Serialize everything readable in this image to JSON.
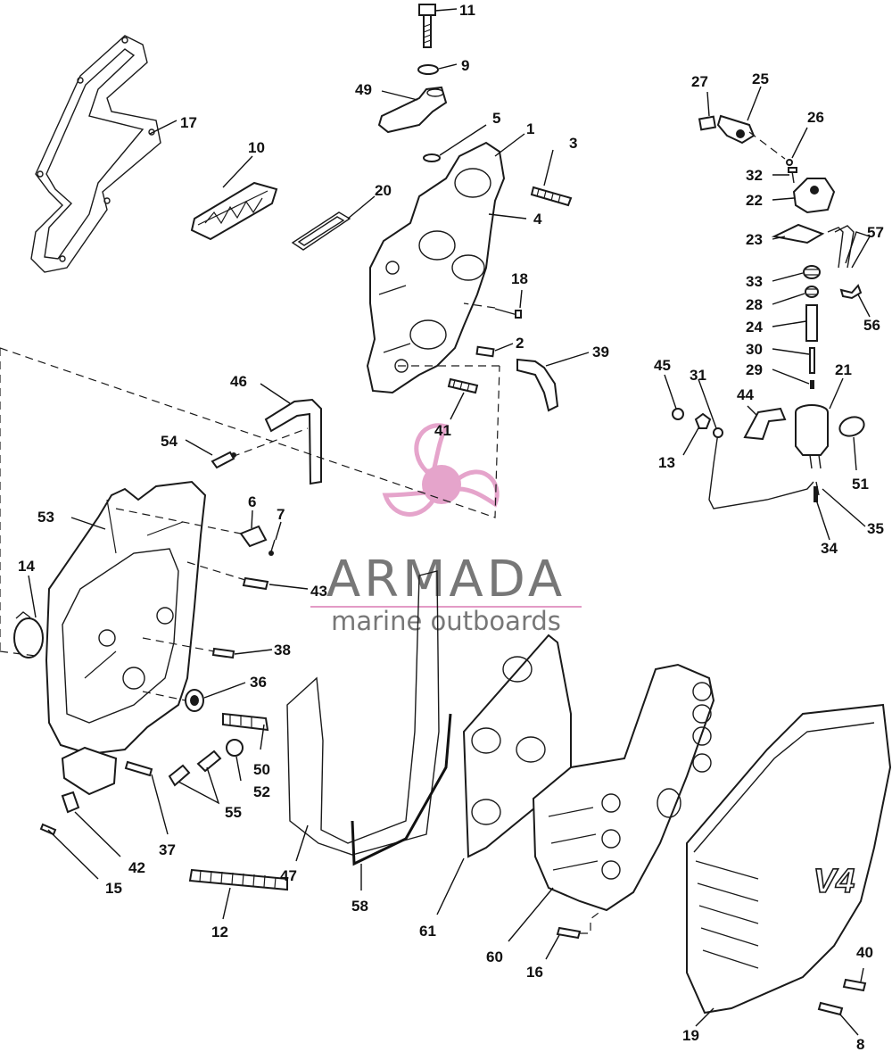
{
  "watermark": {
    "brand": "ARMADA",
    "tagline": "marine outboards",
    "logo_color": "#e39bc6",
    "text_color": "#777777"
  },
  "callouts": {
    "c1": "1",
    "c2": "2",
    "c3": "3",
    "c4": "4",
    "c5": "5",
    "c6": "6",
    "c7": "7",
    "c8": "8",
    "c9": "9",
    "c10": "10",
    "c11": "11",
    "c12": "12",
    "c13": "13",
    "c14": "14",
    "c15": "15",
    "c16": "16",
    "c17": "17",
    "c18": "18",
    "c19": "19",
    "c20": "20",
    "c21": "21",
    "c22": "22",
    "c23": "23",
    "c24": "24",
    "c25": "25",
    "c26": "26",
    "c27": "27",
    "c28": "28",
    "c29": "29",
    "c30": "30",
    "c31": "31",
    "c32": "32",
    "c33": "33",
    "c34": "34",
    "c35": "35",
    "c36": "36",
    "c37": "37",
    "c38": "38",
    "c39": "39",
    "c40": "40",
    "c41": "41",
    "c42": "42",
    "c43": "43",
    "c44": "44",
    "c45": "45",
    "c46": "46",
    "c47": "47",
    "c49": "49",
    "c50": "50",
    "c51": "51",
    "c52": "52",
    "c53": "53",
    "c54": "54",
    "c55": "55",
    "c56": "56",
    "c57": "57",
    "c58": "58",
    "c60": "60",
    "c61": "61"
  },
  "cover_badge": "V4"
}
